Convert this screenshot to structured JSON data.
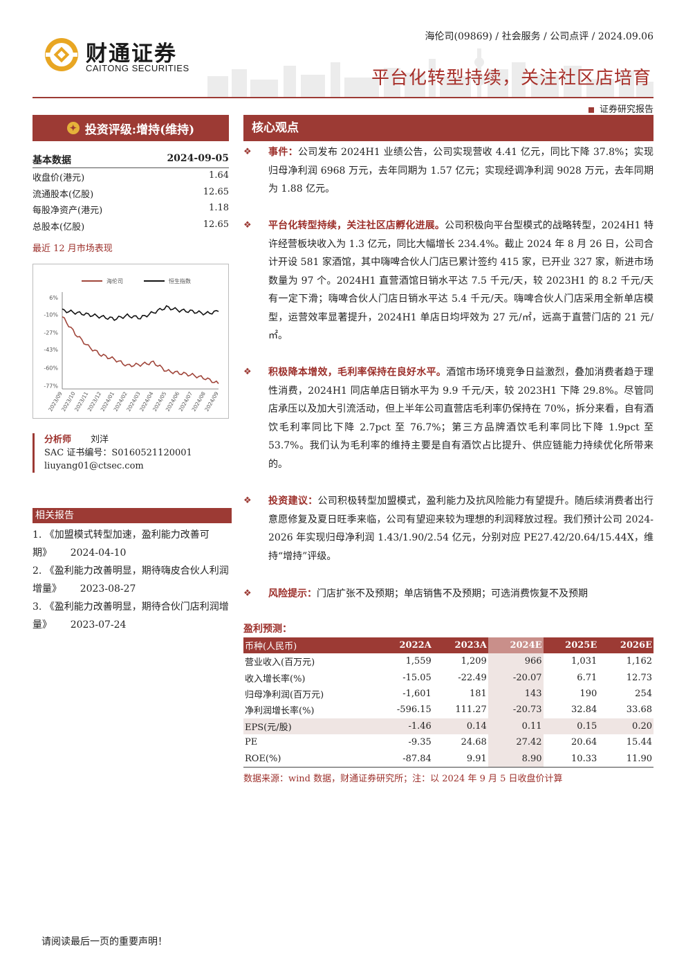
{
  "header": {
    "logo_cn": "财通证券",
    "logo_en": "CAITONG SECURITIES",
    "breadcrumb": "海伦司(09869) / 社会服务  / 公司点评  / 2024.09.06",
    "headline": "平台化转型持续，关注社区店培育",
    "report_type": "证券研究报告"
  },
  "sidebar": {
    "rating": "投资评级:增持(维持)",
    "key_data_title": "基本数据",
    "key_data_date": "2024-09-05",
    "key_data": [
      {
        "label": "收盘价(港元)",
        "value": "1.64"
      },
      {
        "label": "流通股本(亿股)",
        "value": "12.65"
      },
      {
        "label": "每股净资产(港元)",
        "value": "1.18"
      },
      {
        "label": "总股本(亿股)",
        "value": "12.65"
      }
    ],
    "perf_title": "最近 12 月市场表现",
    "analyst": {
      "label": "分析师",
      "name": "刘洋",
      "sac": "SAC 证书编号：S0160521120001",
      "email": "liuyang01@ctsec.com"
    },
    "related_title": "相关报告",
    "related": [
      {
        "text": "1. 《加盟模式转型加速，盈利能力改善可期》",
        "date": "2024-04-10"
      },
      {
        "text": "2. 《盈利能力改善明显，期待嗨皮合伙人利润增量》",
        "date": "2023-08-27"
      },
      {
        "text": "3. 《盈利能力改善明显，期待合伙门店利润增量》",
        "date": "2023-07-24"
      }
    ]
  },
  "chart_data": {
    "type": "line",
    "series": [
      {
        "name": "海伦司",
        "color": "#a0453a",
        "values": [
          -12,
          -28,
          -40,
          -48,
          -52,
          -58,
          -57,
          -55,
          -63,
          -65,
          -67,
          -70,
          -75
        ]
      },
      {
        "name": "恒生指数",
        "color": "#111111",
        "values": [
          -6,
          -8,
          -10,
          -12,
          -14,
          -11,
          -13,
          -8,
          -3,
          -6,
          -7,
          -9,
          -7
        ]
      }
    ],
    "categories": [
      "2023/09",
      "2023/10",
      "2023/11",
      "2023/12",
      "2024/01",
      "2024/02",
      "2024/03",
      "2024/04",
      "2024/05",
      "2024/06",
      "2024/07",
      "2024/08",
      "2024/09"
    ],
    "yticks": [
      "6%",
      "-10%",
      "-27%",
      "-43%",
      "-60%",
      "-77%"
    ],
    "ytick_values": [
      6,
      -10,
      -27,
      -43,
      -60,
      -77
    ],
    "ylim": [
      -80,
      8
    ],
    "legend": "top",
    "grid": false
  },
  "main": {
    "core_title": "核心观点",
    "paragraphs": [
      {
        "head": "事件：",
        "body": "公司发布 2024H1 业绩公告，公司实现营收 4.41 亿元，同比下降 37.8%；实现归母净利润 6968 万元，去年同期为 1.57 亿元；实现经调净利润 9028 万元，去年同期为 1.88 亿元。"
      },
      {
        "head": "平台化转型持续，关注社区店孵化进展。",
        "body": "公司积极向平台型模式的战略转型，2024H1 特许经营板块收入为 1.3 亿元，同比大幅增长 234.4%。截止 2024 年 8 月 26 日，公司合计开设 581 家酒馆，其中嗨啤合伙人门店已累计签约 415 家，已开业 327 家，新进市场数量为 97 个。2024H1 直营酒馆日销水平达 7.5 千元/天，较 2023H1 的 8.2 千元/天有一定下滑；嗨啤合伙人门店日销水平达 5.4 千元/天。嗨啤合伙人门店采用全新单店模型，运营效率显著提升，2024H1 单店日均坪效为 27 元/㎡，远高于直营门店的 21 元/㎡。"
      },
      {
        "head": "积极降本增效，毛利率保持在良好水平。",
        "body": "酒馆市场环境竞争日益激烈，叠加消费者趋于理性消费，2024H1 同店单店日销水平为 9.9 千元/天，较 2023H1 下降 29.8%。尽管同店承压以及加大引流活动，但上半年公司直营店毛利率仍保持在 70%，拆分来看，自有酒饮毛利率同比下降 2.7pct 至 76.7%；第三方品牌酒饮毛利率同比下降 1.9pct 至 53.7%。我们认为毛利率的维持主要是自有酒饮占比提升、供应链能力持续优化所带来的。"
      },
      {
        "head": "投资建议：",
        "body": "公司积极转型加盟模式，盈利能力及抗风险能力有望提升。随后续消费者出行意愿修复及夏日旺季来临，公司有望迎来较为理想的利润释放过程。我们预计公司 2024-2026 年实现归母净利润 1.43/1.90/2.54 亿元，分别对应 PE27.42/20.64/15.44X，维持“增持”评级。"
      },
      {
        "head": "风险提示：",
        "body": "门店扩张不及预期；单店销售不及预期；可选消费恢复不及预期"
      }
    ],
    "profit_title": "盈利预测：",
    "table": {
      "header": [
        "币种(人民币)",
        "2022A",
        "2023A",
        "2024E",
        "2025E",
        "2026E"
      ],
      "rows": [
        [
          "营业收入(百万元)",
          "1,559",
          "1,209",
          "966",
          "1,031",
          "1,162"
        ],
        [
          "收入增长率(%)",
          "-15.05",
          "-22.49",
          "-20.07",
          "6.71",
          "12.73"
        ],
        [
          "归母净利润(百万元)",
          "-1,601",
          "181",
          "143",
          "190",
          "254"
        ],
        [
          "净利润增长率(%)",
          "-596.15",
          "111.27",
          "-20.73",
          "32.84",
          "33.68"
        ],
        [
          "EPS(元/股)",
          "-1.46",
          "0.14",
          "0.11",
          "0.15",
          "0.20"
        ],
        [
          "PE",
          "-9.35",
          "24.68",
          "27.42",
          "20.64",
          "15.44"
        ],
        [
          "ROE(%)",
          "-87.84",
          "9.91",
          "8.90",
          "10.33",
          "11.90"
        ]
      ]
    },
    "source": "数据来源：wind 数据，财通证券研究所；注：以 2024 年 9 月 5 日收盘价计算"
  },
  "footer": "请阅读最后一页的重要声明！"
}
